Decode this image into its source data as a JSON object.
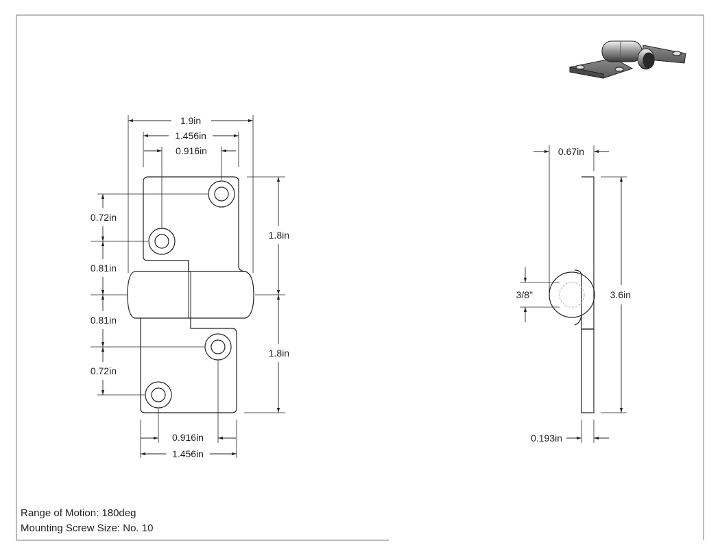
{
  "dimensions": {
    "front_overall_width": "1.9in",
    "front_upper_hole_span": "1.456in",
    "front_upper_hole_offset": "0.916in",
    "front_upper_vertical_spacing": "0.72in",
    "front_upper_to_knuckle": "0.81in",
    "front_knuckle_to_lower": "0.81in",
    "front_lower_vertical_spacing": "0.72in",
    "front_upper_leaf_height": "1.8in",
    "front_lower_leaf_height": "1.8in",
    "front_lower_hole_offset": "0.916in",
    "front_lower_hole_span": "1.456in",
    "side_knuckle_depth": "0.67in",
    "side_pin_diameter": "3/8\"",
    "side_overall_height": "3.6in",
    "side_leaf_thickness": "0.193in"
  },
  "notes": {
    "range_of_motion": "Range of Motion: 180deg",
    "mounting_screw": "Mounting Screw Size: No. 10"
  }
}
